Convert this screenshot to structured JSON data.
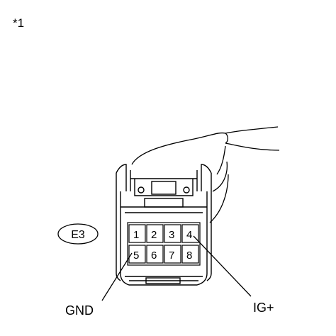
{
  "figure": {
    "reference_mark": "*1",
    "connector_code": "E3",
    "pins_row1": [
      "1",
      "2",
      "3",
      "4"
    ],
    "pins_row2": [
      "5",
      "6",
      "7",
      "8"
    ],
    "callouts": {
      "gnd": "GND",
      "ig_plus": "IG+"
    }
  }
}
